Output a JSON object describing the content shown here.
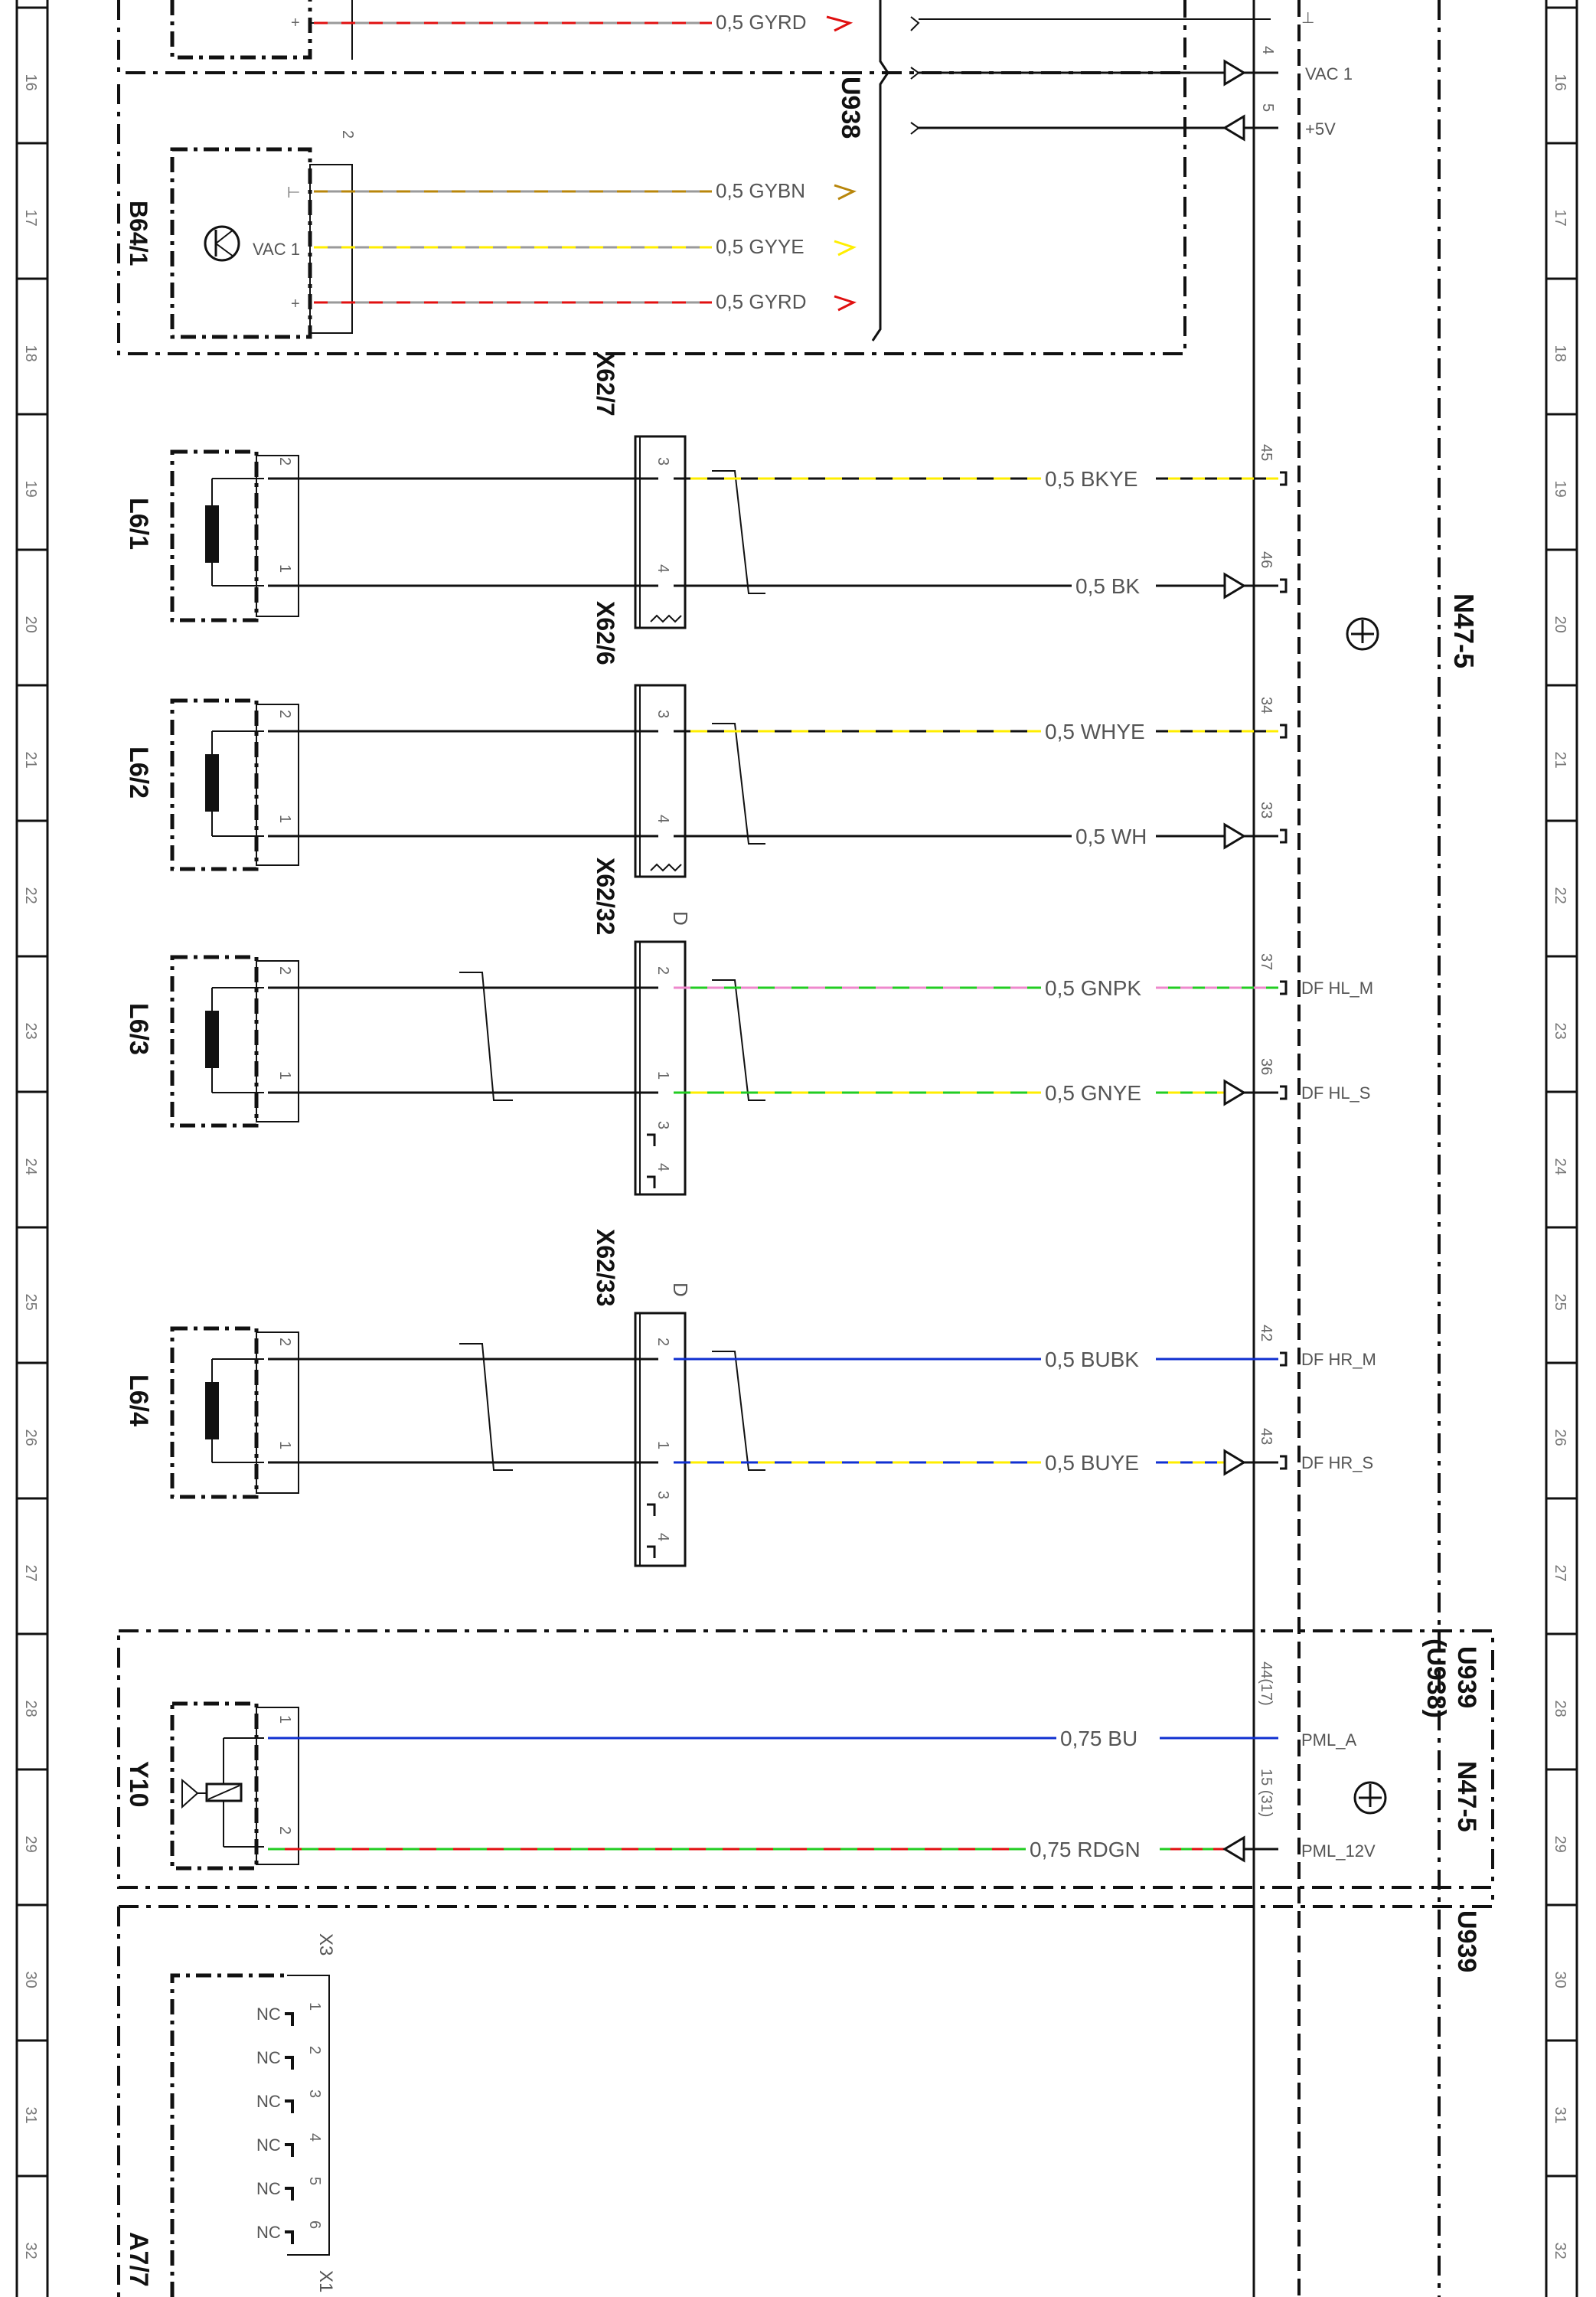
{
  "ruler": {
    "rows": [
      "16",
      "17",
      "18",
      "19",
      "20",
      "21",
      "22",
      "23",
      "24",
      "25",
      "26",
      "27",
      "28",
      "29",
      "30",
      "31",
      "32"
    ]
  },
  "components": {
    "b64_1": {
      "label": "B64/1",
      "supply_label": "VAC 1"
    },
    "u938": {
      "label": "U938"
    },
    "l6_1": {
      "label": "L6/1"
    },
    "l6_2": {
      "label": "L6/2"
    },
    "l6_3": {
      "label": "L6/3"
    },
    "l6_4": {
      "label": "L6/4"
    },
    "y10": {
      "label": "Y10"
    },
    "a7_7": {
      "label": "A7/7",
      "connector_x3": "X3",
      "connector_x1": "X1",
      "pin_state": "NC"
    },
    "n47_5_main": {
      "label": "N47-5"
    },
    "n47_5_lower": {
      "label": "N47-5"
    },
    "u939_a": {
      "label": "U939"
    },
    "u939_b": {
      "label": "(U938)"
    },
    "u939_c": {
      "label": "U939"
    }
  },
  "connectors": {
    "x62_7": "X62/7",
    "x62_6": "X62/6",
    "x62_32": "X62/32",
    "x62_33": "X62/33",
    "d_label": "D"
  },
  "ecu_pins": {
    "p3_sym": "⊥",
    "vac1": "VAC 1",
    "plus5v": "+5V",
    "df_hl_m": "DF HL_M",
    "df_hl_s": "DF HL_S",
    "df_hr_m": "DF HR_M",
    "df_hr_s": "DF HR_S",
    "pml_a": "PML_A",
    "pml_12v": "PML_12V"
  },
  "wires": {
    "gyrd_top": "0,5 GYRD",
    "gybn": "0,5 GYBN",
    "gyye": "0,5 GYYE",
    "gyrd": "0,5 GYRD",
    "bkye": "0,5 BKYE",
    "bk": "0,5 BK",
    "whye": "0,5 WHYE",
    "wh": "0,5 WH",
    "gnpk": "0,5 GNPK",
    "gnye": "0,5 GNYE",
    "bubk": "0,5 BUBK",
    "buye": "0,5 BUYE",
    "bu": "0,75 BU",
    "rdgn": "0,75 RDGN"
  },
  "pin_numbers": {
    "p45": "45",
    "p46": "46",
    "p34": "34",
    "p33": "33",
    "p37": "37",
    "p36": "36",
    "p42": "42",
    "p43": "43",
    "p44": "44(17)",
    "p15": "15 (31)",
    "p4": "4",
    "p5": "5",
    "p1": "1",
    "p2": "2",
    "p3": "3",
    "p6": "6"
  },
  "colors": {
    "gray": "#9a9a9a",
    "red": "#e01010",
    "yellow": "#ffee00",
    "brown": "#b8860b",
    "black": "#111111",
    "white_wire": "#ffffff",
    "green": "#22cc22",
    "pink": "#ee88cc",
    "blue": "#1030d0"
  }
}
